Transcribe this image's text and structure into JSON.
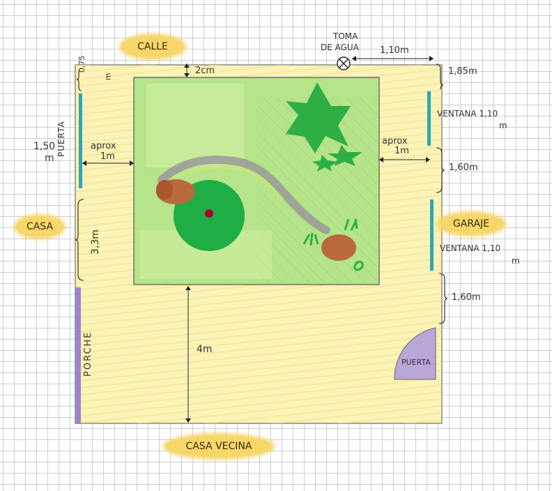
{
  "labels": {
    "calle": "CALLE",
    "casa": "CASA",
    "garaje": "GARAJE",
    "casa_vecina": "CASA VECINA",
    "toma_line1": "TOMA",
    "toma_line2": "DE AGUA",
    "puerta_left": "PUERTA",
    "porche": "PORCHE",
    "puerta_right": "PUERTA",
    "ventana_1": "VENTANA 1,10",
    "ventana_1_unit": "m",
    "ventana_2": "VENTANA 1,10",
    "ventana_2_unit": "m"
  },
  "measurements": {
    "top_gap": "2cm",
    "corner_left_top": "0,75",
    "corner_left_top_unit": "m",
    "door_width": "1,50",
    "door_width_unit": "m",
    "aprox_left_1": "aprox",
    "aprox_left_2": "1m",
    "aprox_right_1": "aprox",
    "aprox_right_2": "1m",
    "toma_offset": "1,10m",
    "right_top": "1,85m",
    "right_mid": "1,60m",
    "right_lower": "1,60m",
    "left_mid": "3,3m",
    "bottom_depth": "4m"
  },
  "colors": {
    "lawn": "#b5e48a",
    "lawn_dark": "#7fcf55",
    "yard": "#fbf3b9",
    "tree": "#1fad45",
    "tree_center": "#a8002a",
    "stone": "#b86a3c",
    "window": "#2aa7b8",
    "porch": "#9a86c6",
    "label_bg": "#f7d66a"
  }
}
